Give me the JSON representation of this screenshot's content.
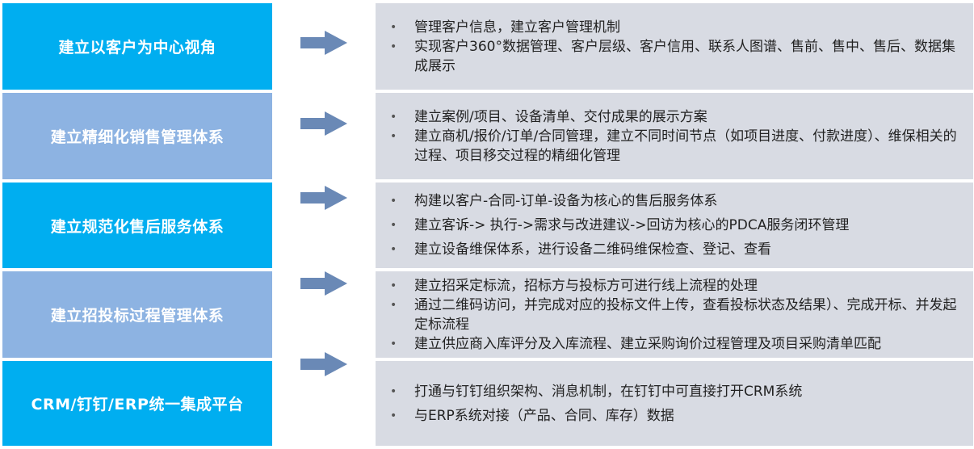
{
  "colors": {
    "label_primary": "#00aef0",
    "label_secondary": "#8db3e2",
    "arrow": "#6a89b6",
    "content_bg": "#d8dbe3"
  },
  "rows": [
    {
      "label": "建立以客户为中心视角",
      "label_style": "primary",
      "bullets": [
        "管理客户信息，建立客户管理机制",
        "实现客户360°数据管理、客户层级、客户信用、联系人图谱、售前、售中、售后、数据集成展示"
      ]
    },
    {
      "label": "建立精细化销售管理体系",
      "label_style": "secondary",
      "bullets": [
        "建立案例/项目、设备清单、交付成果的展示方案",
        "建立商机/报价/订单/合同管理，建立不同时间节点（如项目进度、付款进度）、维保相关的过程、项目移交过程的精细化管理"
      ]
    },
    {
      "label": "建立规范化售后服务体系",
      "label_style": "primary",
      "bullets": [
        "构建以客户-合同-订单-设备为核心的售后服务体系",
        "建立客诉-> 执行->需求与改进建议->回访为核心的PDCA服务闭环管理",
        "建立设备维保体系，进行设备二维码维保检查、登记、查看"
      ]
    },
    {
      "label": "建立招投标过程管理体系",
      "label_style": "secondary",
      "bullets": [
        "建立招采定标流，招标方与投标方可进行线上流程的处理",
        "通过二维码访问，并完成对应的投标文件上传，查看投标状态及结果）、完成开标、并发起定标流程",
        "建立供应商入库评分及入库流程、建立采购询价过程管理及项目采购清单匹配"
      ]
    },
    {
      "label": "CRM/钉钉/ERP统一集成平台",
      "label_style": "primary",
      "bullets": [
        "打通与钉钉组织架构、消息机制，在钉钉中可直接打开CRM系统",
        "与ERP系统对接（产品、合同、库存）数据"
      ]
    }
  ]
}
